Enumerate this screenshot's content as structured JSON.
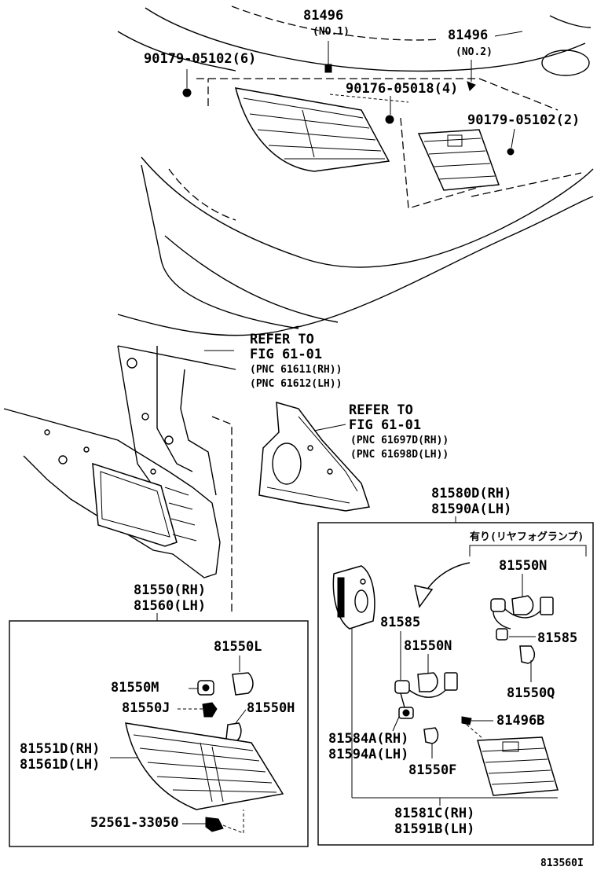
{
  "top": {
    "p81496_no1": "81496",
    "p81496_no1_sub": "(NO.1)",
    "p81496_no2": "81496",
    "p81496_no2_sub": "(NO.2)",
    "p90179_6": "90179-05102(6)",
    "p90176_4": "90176-05018(4)",
    "p90179_2": "90179-05102(2)"
  },
  "refer1": {
    "line1": "REFER TO",
    "line2": "FIG 61-01",
    "line3": "(PNC 61611(RH))",
    "line4": "(PNC 61612(LH))"
  },
  "refer2": {
    "line1": "REFER TO",
    "line2": "FIG 61-01",
    "line3": "(PNC 61697D(RH))",
    "line4": "(PNC 61698D(LH))"
  },
  "left_box": {
    "title_rh": "81550(RH)",
    "title_lh": "81560(LH)",
    "p81550L": "81550L",
    "p81550M": "81550M",
    "p81550J": "81550J",
    "p81550H": "81550H",
    "p81551D": "81551D(RH)",
    "p81561D": "81561D(LH)",
    "p52561": "52561-33050"
  },
  "right_box": {
    "title_rh": "81580D(RH)",
    "title_lh": "81590A(LH)",
    "note": "有り(リヤフォグランプ)",
    "p81550N_a": "81550N",
    "p81585_a": "81585",
    "p81550Q": "81550Q",
    "p81585_b": "81585",
    "p81550N_b": "81550N",
    "p81496B": "81496B",
    "p81584A": "81584A(RH)",
    "p81594A": "81594A(LH)",
    "p81550F": "81550F",
    "p81581C": "81581C(RH)",
    "p81591B": "81591B(LH)"
  },
  "figure_id": "813560I"
}
